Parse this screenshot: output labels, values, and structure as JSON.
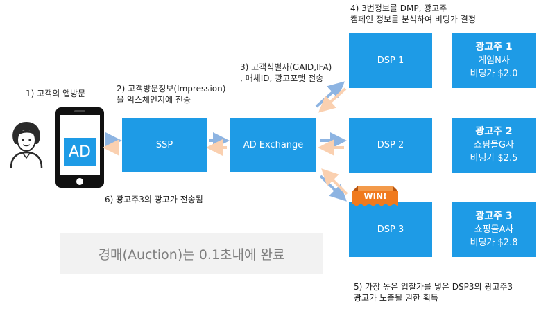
{
  "steps": {
    "s1": "1) 고객의 앱방문",
    "s2_line1": "2) 고객방문정보(Impression)",
    "s2_line2": "을 익스체인지에 전송",
    "s3_line1": "3) 고객식별자(GAID,IFA)",
    "s3_line2": ", 매체ID, 광고포맷 전송",
    "s4_line1": "4) 3번정보를 DMP, 광고주",
    "s4_line2": "캠페인 정보를 분석하여 비딩가 결정",
    "s5_line1": "5) 가장 높은 입찰가를 넣은 DSP3의 광고주3",
    "s5_line2": "광고가 노출될 권한 획득",
    "s6": "6) 광고주3의 광고가 전송됨"
  },
  "phone": {
    "screen_label": "AD"
  },
  "nodes": {
    "ssp": "SSP",
    "exchange": "AD Exchange",
    "dsp1": "DSP 1",
    "dsp2": "DSP 2",
    "dsp3": "DSP 3"
  },
  "advertisers": [
    {
      "title": "광고주 1",
      "company": "게임N사",
      "bid": "비딩가 $2.0"
    },
    {
      "title": "광고주 2",
      "company": "쇼핑몰G사",
      "bid": "비딩가 $2.5"
    },
    {
      "title": "광고주 3",
      "company": "쇼핑몰A사",
      "bid": "비딩가 $2.8"
    }
  ],
  "win_badge": "WIN!",
  "summary": "경매(Auction)는 0.1초내에 완료",
  "colors": {
    "box_blue": "#1E9BE6",
    "arrow_blue": "#8DB4E2",
    "arrow_peach": "#FAD0B0",
    "win_orange": "#F07A1E",
    "summary_bg": "#F2F2F2"
  },
  "icons": [
    "user-avatar-icon",
    "smartphone-icon"
  ]
}
